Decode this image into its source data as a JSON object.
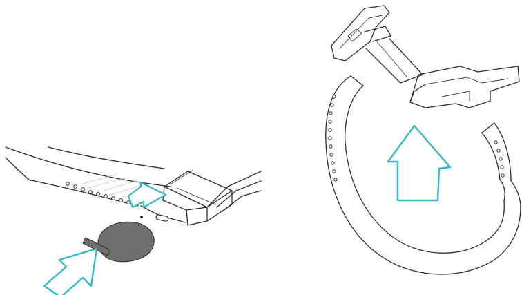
{
  "figure": {
    "steps": [
      {
        "name": "insert-spring-bar-step",
        "arrow_direction": "diagonal"
      },
      {
        "name": "attach-band-step",
        "arrow_direction": "up"
      }
    ]
  },
  "colors": {
    "line_art": "#2b2b2b",
    "arrow_outline": "#35b8c6",
    "tool_fill": "#6f6f6f",
    "background": "#ffffff"
  }
}
